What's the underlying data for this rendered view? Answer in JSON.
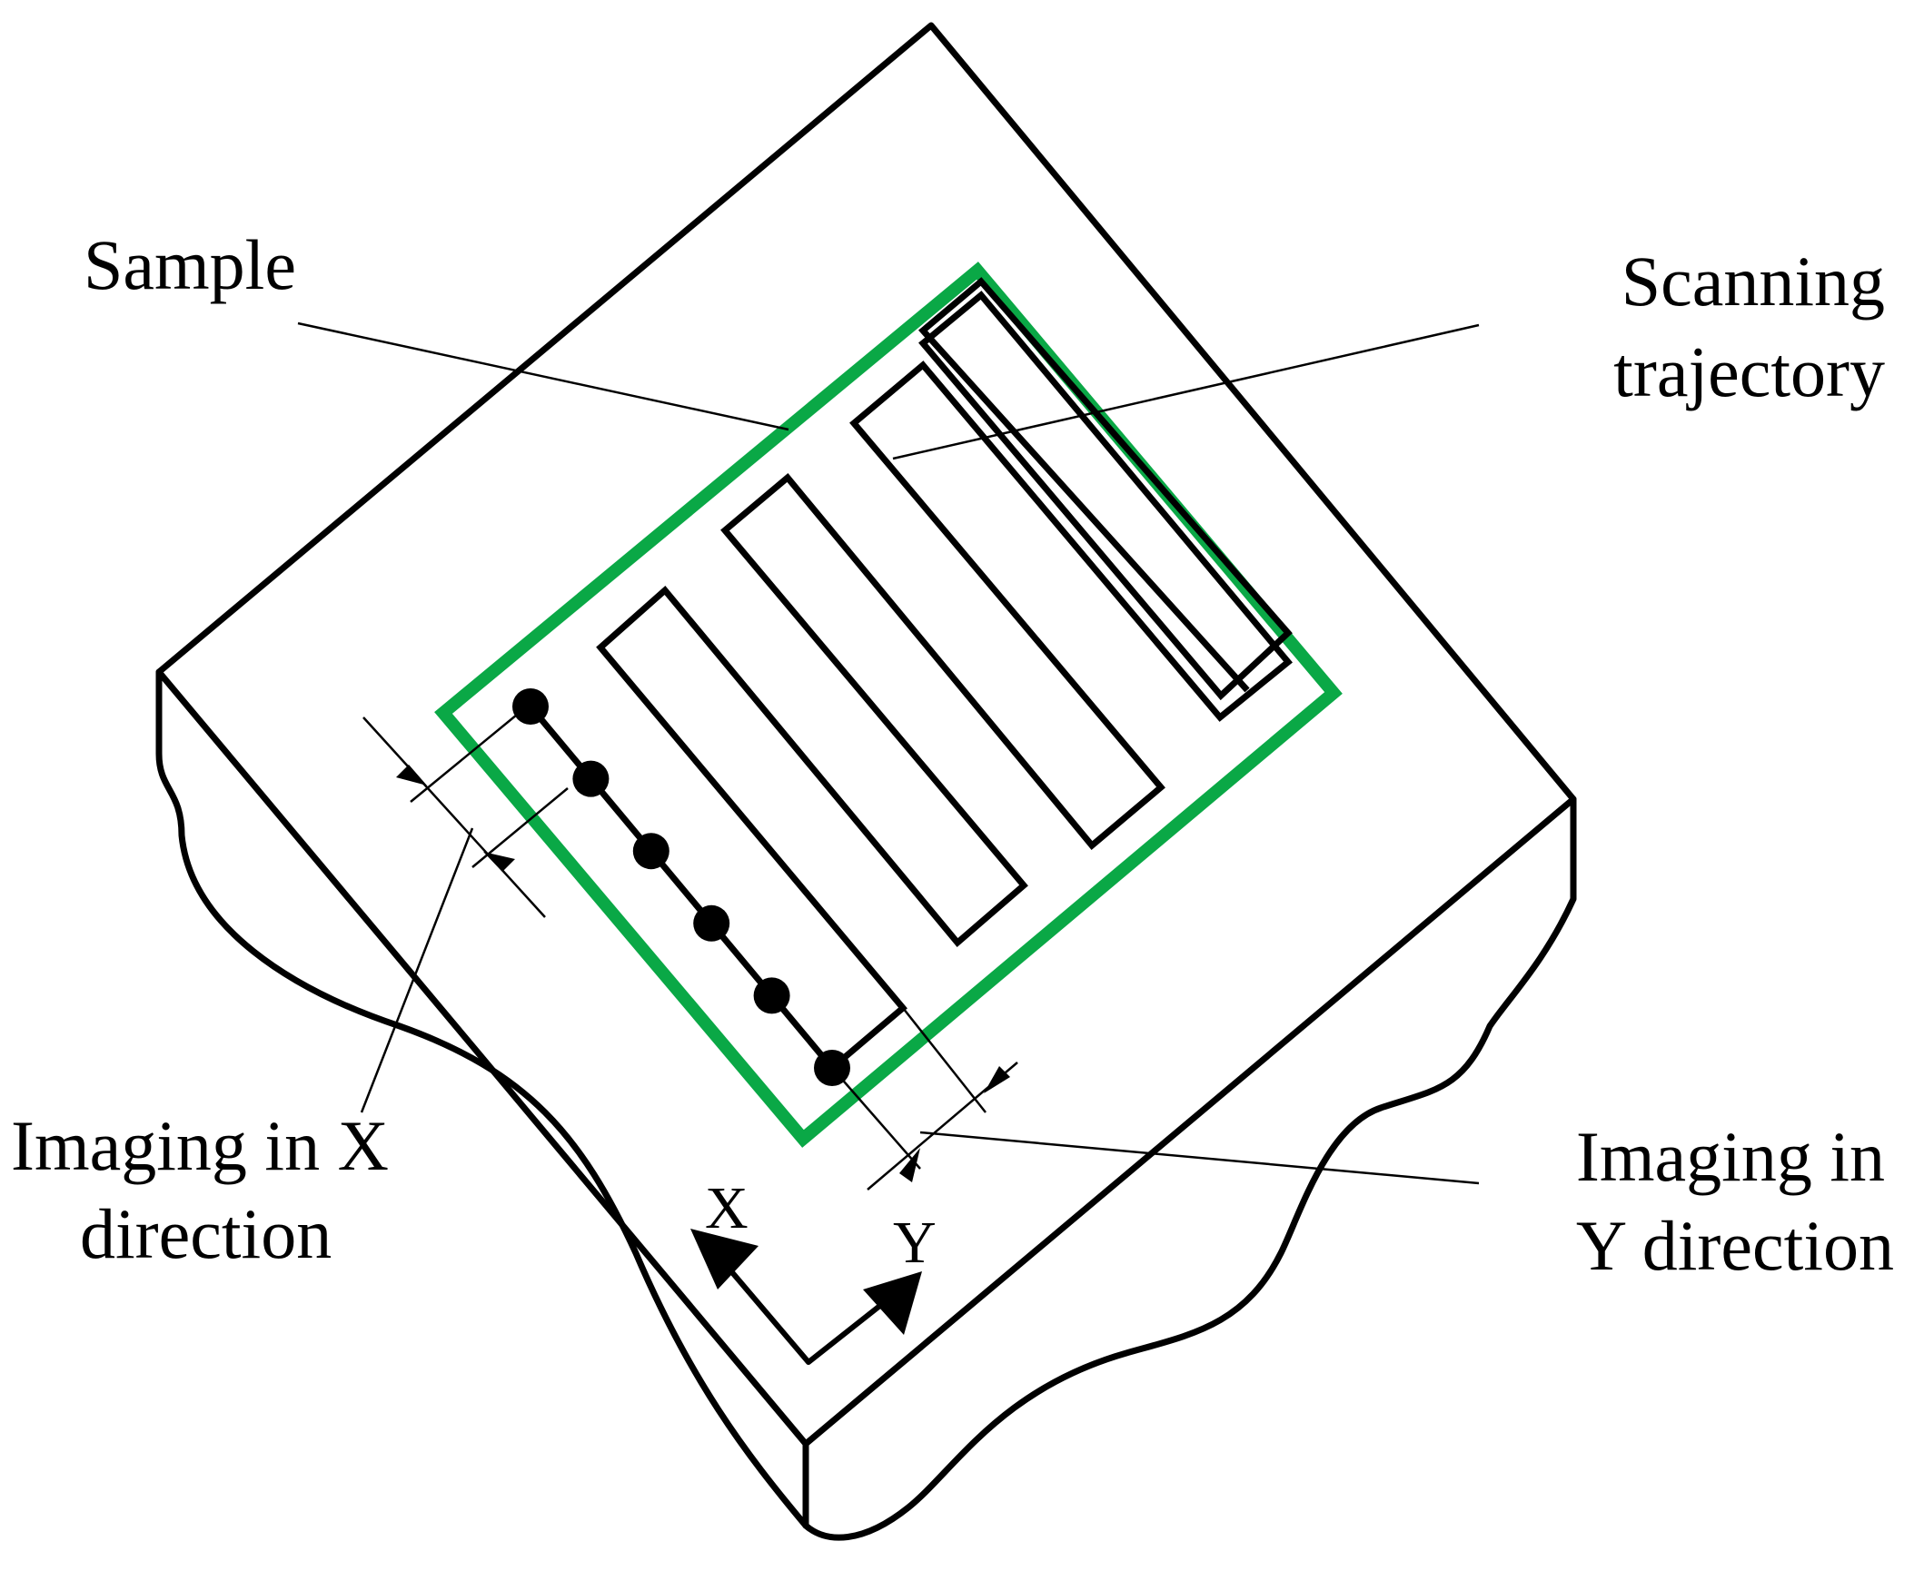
{
  "labels": {
    "sample": "Sample",
    "scanning_line1": "Scanning",
    "scanning_line2": "trajectory",
    "imaging_x_line1": "Imaging in X",
    "imaging_x_line2": "direction",
    "imaging_y_line1": "Imaging in",
    "imaging_y_line2": "Y direction",
    "axis_x": "X",
    "axis_y": "Y"
  },
  "colors": {
    "sample_outline": "#0aa846",
    "line": "#000000"
  },
  "imaging_points_count": 6
}
